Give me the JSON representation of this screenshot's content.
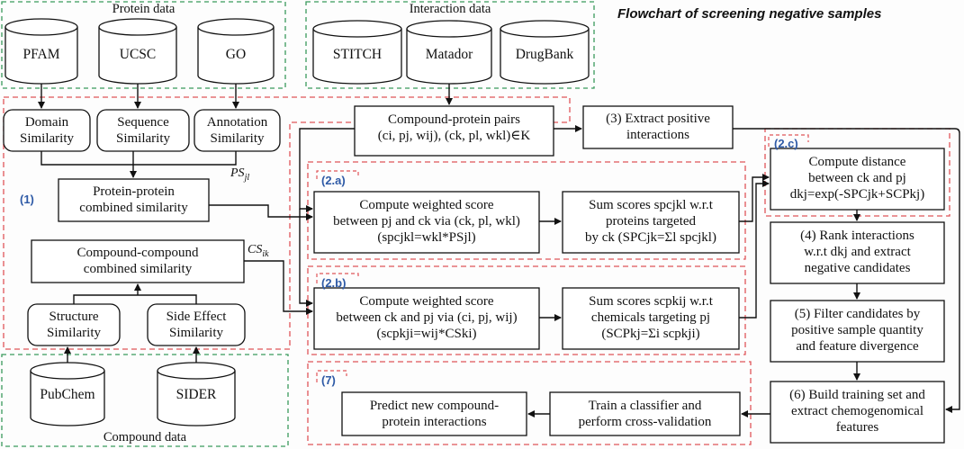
{
  "title": "Flowchart of screening negative samples",
  "sections": {
    "protein_data": "Protein data",
    "interaction_data": "Interaction data",
    "compound_data": "Compound data"
  },
  "databases": {
    "pfam": "PFAM",
    "ucsc": "UCSC",
    "go": "GO",
    "stitch": "STITCH",
    "matador": "Matador",
    "drugbank": "DrugBank",
    "pubchem": "PubChem",
    "sider": "SIDER"
  },
  "similarity": {
    "domain": [
      "Domain",
      "Similarity"
    ],
    "sequence": [
      "Sequence",
      "Similarity"
    ],
    "annotation": [
      "Annotation",
      "Similarity"
    ],
    "protein_combined": [
      "Protein-protein",
      "combined similarity"
    ],
    "compound_combined": [
      "Compound-compound",
      "combined similarity"
    ],
    "structure": [
      "Structure",
      "Similarity"
    ],
    "side_effect": [
      "Side Effect",
      "Similarity"
    ]
  },
  "labels": {
    "ps": "PS_jl",
    "cs": "CS_ik"
  },
  "steps": {
    "n1": "(1)",
    "n2a": "(2.a)",
    "n2b": "(2.b)",
    "n2c": "(2.c)",
    "n7": "(7)",
    "pairs_l1": "Compound-protein pairs",
    "pairs_l2": "(ci, pj, wij), (ck, pl, wkl)∈K",
    "s3_l1": "(3) Extract positive",
    "s3_l2": "interactions",
    "a1_l1": "Compute weighted score",
    "a1_l2": "between pj and ck via (ck, pl, wkl)",
    "a1_l3": "(spcjkl=wkl*PSjl)",
    "a2_l1": "Sum scores spcjkl w.r.t",
    "a2_l2": "proteins targeted",
    "a2_l3": "by ck (SPCjk=Σl spcjkl)",
    "b1_l1": "Compute weighted score",
    "b1_l2": "between ck and pj via (ci, pj, wij)",
    "b1_l3": "(scpkji=wij*CSki)",
    "b2_l1": "Sum scores scpkij w.r.t",
    "b2_l2": "chemicals targeting pj",
    "b2_l3": "(SCPkj=Σi scpkji)",
    "c_l1": "Compute distance",
    "c_l2": "between ck and pj",
    "c_l3": "dkj=exp(-SPCjk+SCPkj)",
    "s4_l1": "(4) Rank interactions",
    "s4_l2": "w.r.t dkj and extract",
    "s4_l3": "negative candidates",
    "s5_l1": "(5) Filter candidates by",
    "s5_l2": "positive sample quantity",
    "s5_l3": "and feature divergence",
    "s6_l1": "(6) Build training set and",
    "s6_l2": "extract chemogenomical",
    "s6_l3": "features",
    "train_l1": "Train a classifier and",
    "train_l2": "perform cross-validation",
    "pred_l1": "Predict new compound-",
    "pred_l2": "protein interactions"
  },
  "colors": {
    "green_dash": "#3a9a5c",
    "red_dash": "#e0555a",
    "step_number": "#2e5aa6"
  }
}
